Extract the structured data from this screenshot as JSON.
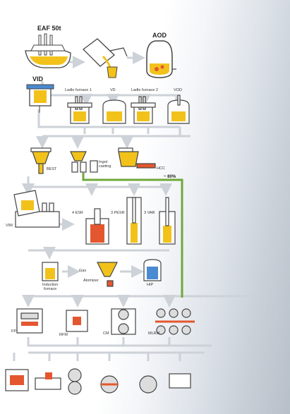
{
  "diagram": {
    "labels": {
      "eaf": "EAF 50t",
      "aod": "AOD",
      "vid": "VID",
      "ladle1": "Ladle furnace 1",
      "vd": "VD",
      "ladle2": "Ladle furnace 2",
      "vod": "VOD",
      "best": "BEST",
      "ingot": "Ingot\ncasting",
      "hcc": "HCC",
      "percent": "~ 80%",
      "vim": "VIM",
      "esr": "4 ESR",
      "pesr": "3 PESR",
      "var": "3 VAR",
      "induction": "Induction\nfurnace",
      "gas": "Gas",
      "atomizer": "Atomizer",
      "hip": "HIP",
      "fp": "FP",
      "rfm": "RFM",
      "cm": "CM",
      "mlrm": "MLRM"
    },
    "colors": {
      "flow_arrow": "#cdd2d8",
      "green_route": "#6fa83a",
      "molten": "#f2c21b",
      "hot": "#e4572e",
      "equipment": "#ffffff",
      "outline": "#444444"
    }
  }
}
